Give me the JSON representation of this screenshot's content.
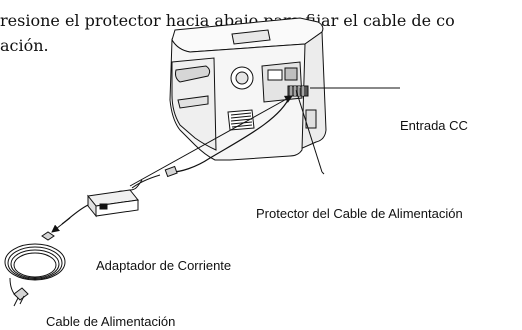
{
  "instruction": {
    "line1": "resione el protector hacia abajo para fijar el cable de co",
    "line2": "ación."
  },
  "labels": {
    "dc_input": "Entrada CC",
    "cable_protector": "Protector del Cable de Alimentación",
    "power_adapter": "Adaptador de Corriente",
    "power_cable": "Cable de Alimentación"
  },
  "colors": {
    "line": "#111111",
    "fill_light": "#f4f4f4",
    "fill_mid": "#d6d6d6",
    "fill_dark": "#555555"
  }
}
